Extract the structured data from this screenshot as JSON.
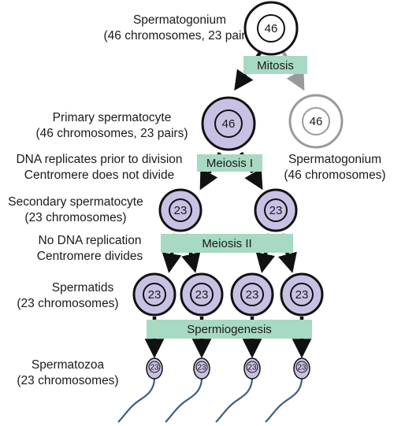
{
  "labels": {
    "spermatogonium": [
      "Spermatogonium",
      "(46 chromosomes, 23 pairs)"
    ],
    "primary": [
      "Primary spermatocyte",
      "(46 chromosomes, 23 pairs)"
    ],
    "meiosis1_note": [
      "DNA replicates prior to division",
      "Centromere does not divide"
    ],
    "spermatogonium_right": [
      "Spermatogonium",
      "(46 chromosomes)"
    ],
    "secondary": [
      "Secondary spermatocyte",
      "(23 chromosomes)"
    ],
    "meiosis2_note": [
      "No DNA replication",
      "Centromere divides"
    ],
    "spermatids": [
      "Spermatids",
      "(23 chromosomes)"
    ],
    "spermatozoa": [
      "Spermatozoa",
      "(23 chromosomes)"
    ]
  },
  "steps": {
    "mitosis": "Mitosis",
    "meiosis1": "Meiosis I",
    "meiosis2": "Meiosis II",
    "spermiogenesis": "Spermiogenesis"
  },
  "cells": {
    "spermatogonium": "46",
    "primary": "46",
    "spermatogonium_right": "46",
    "secondary": [
      "23",
      "23"
    ],
    "spermatids": [
      "23",
      "23",
      "23",
      "23"
    ],
    "spermatozoa": [
      "23",
      "23",
      "23",
      "23"
    ]
  },
  "colors": {
    "cell_fill": "#c9c1e4",
    "process_box": "#a8d9c2",
    "arrow_black": "#111111",
    "arrow_gray": "#9a9a9a",
    "tail": "#3f5f80"
  }
}
